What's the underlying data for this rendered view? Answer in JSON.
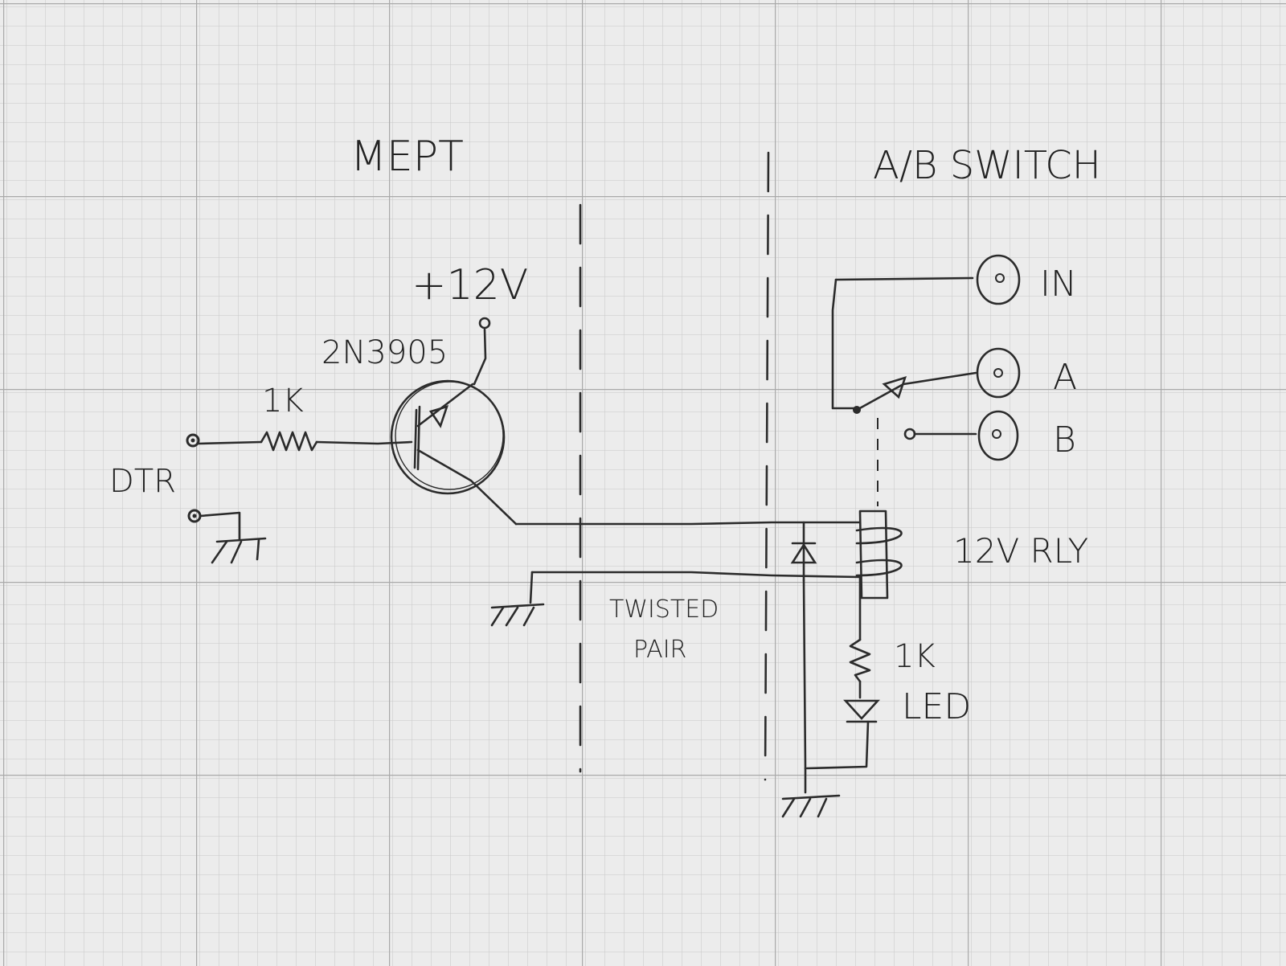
{
  "colors": {
    "paper": "#ececec",
    "grid_minor": "#c9c9c9",
    "grid_major": "#a9a9a9",
    "ink": "#2b2b2b"
  },
  "labels": {
    "mept": "MEPT",
    "ab_switch": "A/B SWITCH",
    "plus12v": "+12V",
    "transistor": "2N3905",
    "resistor_input": "1K",
    "dtr": "DTR",
    "twisted": "TWISTED",
    "pair": "PAIR",
    "in": "IN",
    "a": "A",
    "b": "B",
    "relay": "12V RLY",
    "resistor_led": "1K",
    "led": "LED"
  }
}
